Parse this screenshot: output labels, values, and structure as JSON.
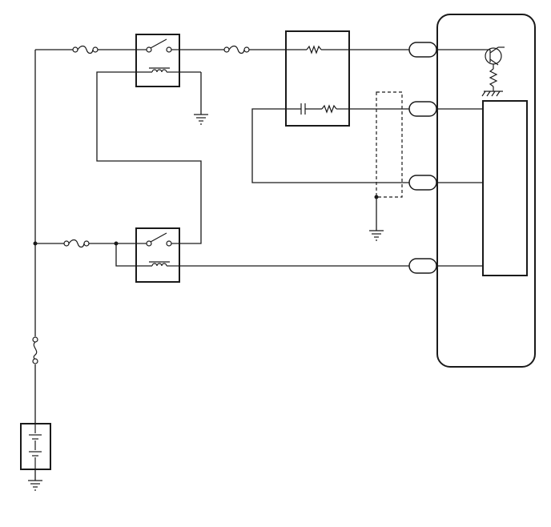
{
  "diagram": {
    "colors": {
      "line": "#1a1a1a",
      "background": "#ffffff"
    },
    "components": [
      "battery-symbol",
      "ground-symbol",
      "fuse-symbol",
      "relay-symbol",
      "resistor-symbol",
      "capacitor-symbol",
      "connector-symbol",
      "transistor-symbol",
      "shield-symbol",
      "control-module-symbol"
    ]
  }
}
